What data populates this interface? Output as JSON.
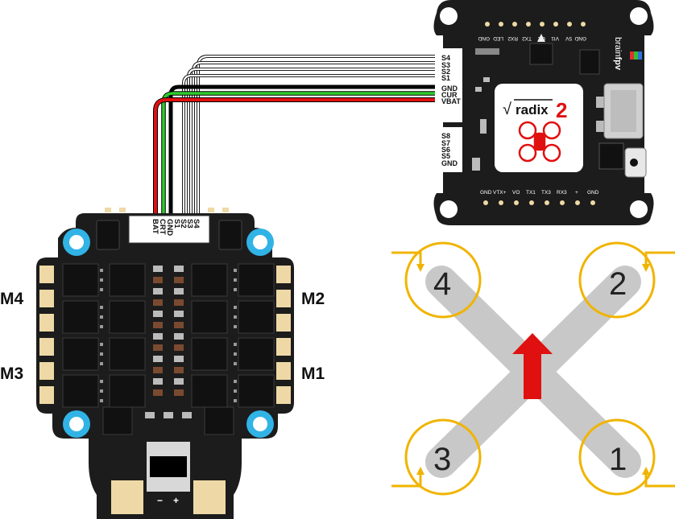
{
  "esc": {
    "motor_labels": {
      "m4": "M4",
      "m3": "M3",
      "m2": "M2",
      "m1": "M1"
    },
    "connector_pins": [
      "S4",
      "S3",
      "S2",
      "S1",
      "GND",
      "CRT",
      "BAT"
    ],
    "power_pads": {
      "minus": "−",
      "plus": "+"
    }
  },
  "fc": {
    "brand": "brain",
    "brand_suffix": "fpv",
    "logo": {
      "sqrt": "√",
      "word": "radix",
      "number": "2"
    },
    "left_pins_top": [
      "S4",
      "S3",
      "S2",
      "S1",
      "GND",
      "CUR",
      "VBAT"
    ],
    "left_pins_bottom": [
      "S8",
      "S7",
      "S6",
      "S5",
      "GND"
    ],
    "top_pads": [
      "GND",
      "LED",
      "RX2",
      "TX2",
      "CC",
      "VI1",
      "5V",
      "GND"
    ],
    "bottom_pads": [
      "GND",
      "VTX+",
      "VO",
      "TX1",
      "TX3",
      "RX3",
      "+",
      "GND"
    ]
  },
  "quad": {
    "motor_numbers": {
      "front_left": "4",
      "front_right": "2",
      "rear_left": "3",
      "rear_right": "1"
    }
  },
  "colors": {
    "board": "#1c1c1c",
    "pad": "#eed9a6",
    "mount_hole": "#31b3e6",
    "wire_red": "#e01010",
    "wire_green": "#2ecc2e",
    "wire_black": "#000000",
    "prop_ring": "#f0b400",
    "frame_arm": "#c8c8c8",
    "direction_arrow": "#e01010"
  }
}
